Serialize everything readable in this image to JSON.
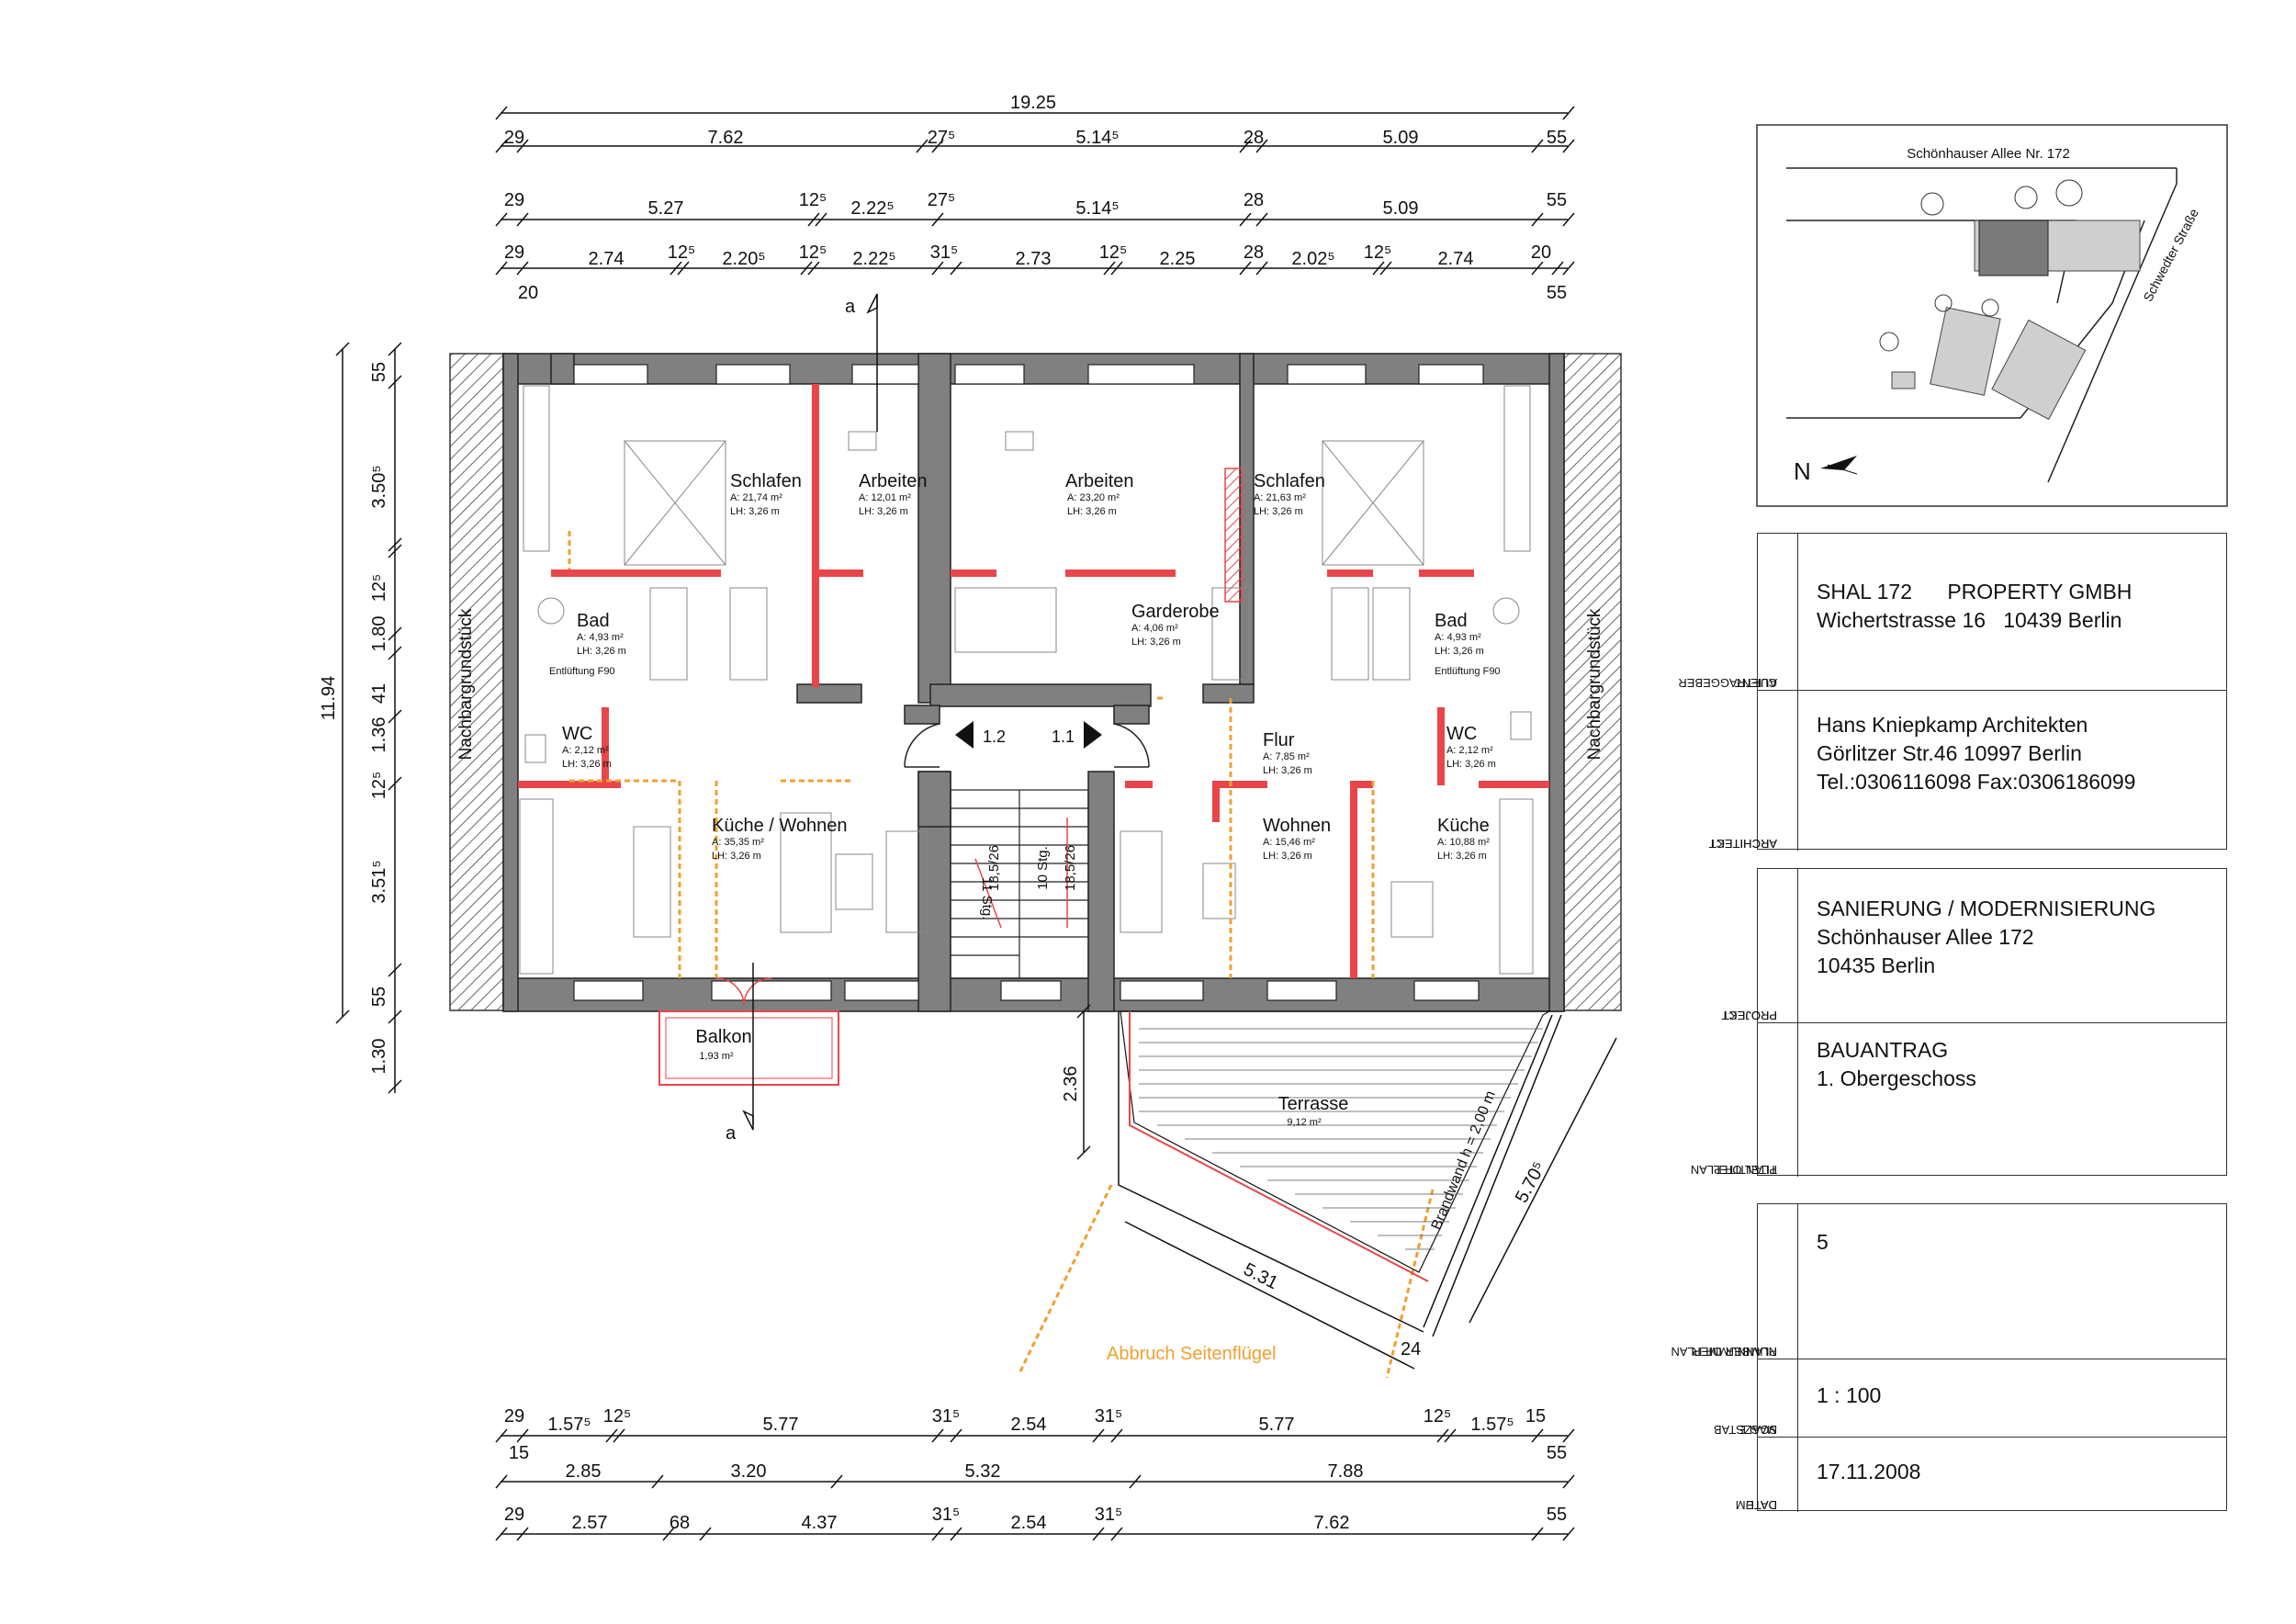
{
  "rooms": {
    "schlafen_l": {
      "name": "Schlafen",
      "area": "A: 21,74 m²",
      "height": "LH: 3,26 m"
    },
    "arbeiten_l": {
      "name": "Arbeiten",
      "area": "A: 12,01 m²",
      "height": "LH: 3,26 m"
    },
    "arbeiten_m": {
      "name": "Arbeiten",
      "area": "A: 23,20 m²",
      "height": "LH: 3,26 m"
    },
    "schlafen_r": {
      "name": "Schlafen",
      "area": "A: 21,63 m²",
      "height": "LH: 3,26 m"
    },
    "bad_l": {
      "name": "Bad",
      "area": "A: 4,93 m²",
      "height": "LH: 3,26 m"
    },
    "garderobe": {
      "name": "Garderobe",
      "area": "A: 4,06 m²",
      "height": "LH: 3,26 m"
    },
    "bad_r": {
      "name": "Bad",
      "area": "A: 4,93 m²",
      "height": "LH: 3,26 m"
    },
    "wc_l": {
      "name": "WC",
      "area": "A: 2,12 m²",
      "height": "LH: 3,26 m"
    },
    "flur": {
      "name": "Flur",
      "area": "A: 7,85 m²",
      "height": "LH: 3,26 m"
    },
    "wc_r": {
      "name": "WC",
      "area": "A: 2,12 m²",
      "height": "LH: 3,26 m"
    },
    "kueche_wohnen": {
      "name": "Küche / Wohnen",
      "area": "A: 35,35 m²",
      "height": "LH: 3,26 m"
    },
    "wohnen": {
      "name": "Wohnen",
      "area": "A: 15,46 m²",
      "height": "LH: 3,26 m"
    },
    "kueche": {
      "name": "Küche",
      "area": "A: 10,88 m²",
      "height": "LH: 3,26 m"
    },
    "balkon": {
      "name": "Balkon",
      "area": "1,93 m²"
    },
    "terrasse": {
      "name": "Terrasse",
      "area": "9,12 m²"
    }
  },
  "labels": {
    "entlueftung": "Entlüftung F90",
    "nachbar": "Nachbargrundstück",
    "unit_1_2": "1.2",
    "unit_1_1": "1.1",
    "stairs_left": "11 Stg.",
    "stairs_left_b": "18,5/26",
    "stairs_right": "10 Stg.",
    "stairs_right_b": "18,5/26",
    "section": "a",
    "brandwand": "Brandwand h = 2,00 m",
    "abbruch": "Abbruch Seitenflügel",
    "site_street": "Schönhauser Allee Nr. 172",
    "site_side_street": "Schwedter Straße",
    "north": "N"
  },
  "dims": {
    "total": "19.25",
    "r2": [
      "29",
      "7.62",
      "27⁵",
      "5.14⁵",
      "28",
      "5.09",
      "55"
    ],
    "r3": [
      "29",
      "5.27",
      "12⁵",
      "2.22⁵",
      "27⁵",
      "5.14⁵",
      "28",
      "5.09",
      "55"
    ],
    "r4": [
      "29",
      "2.74",
      "12⁵",
      "2.20⁵",
      "12⁵",
      "2.22⁵",
      "31⁵",
      "2.73",
      "12⁵",
      "2.25",
      "28",
      "2.02⁵",
      "12⁵",
      "2.74",
      "20"
    ],
    "r4_below": [
      "20",
      "55"
    ],
    "left_total": "11.94",
    "left": [
      "55",
      "3.50⁵",
      "12⁵",
      "1.80",
      "41",
      "1.36",
      "12⁵",
      "3.51⁵",
      "55",
      "1.30"
    ],
    "b1": [
      "29",
      "1.57⁵",
      "12⁵",
      "5.77",
      "31⁵",
      "2.54",
      "31⁵",
      "5.77",
      "12⁵",
      "1.57⁵",
      "15"
    ],
    "b1_below": [
      "15",
      "55"
    ],
    "b2": [
      "2.85",
      "3.20",
      "5.32",
      "7.88"
    ],
    "b3": [
      "29",
      "2.57",
      "68",
      "4.37",
      "31⁵",
      "2.54",
      "31⁵",
      "7.62",
      "55"
    ],
    "terr": [
      "2.36",
      "5.31",
      "5.70⁵",
      "24"
    ]
  },
  "titleblock": {
    "client": {
      "label1": "AUFTRAGGEBER",
      "label2": "CLIENT",
      "text": "SHAL 172      PROPERTY GMBH\nWichertstrasse 16   10439 Berlin"
    },
    "architect": {
      "label1": "ARCHITEKT",
      "label2": "ARCHITECT",
      "text": "Hans Kniepkamp Architekten\nGörlitzer Str.46 10997 Berlin\nTel.:0306116098 Fax:0306186099"
    },
    "project": {
      "label1": "PROJEKT",
      "label2": "PROJECT",
      "text": "SANIERUNG / MODERNISIERUNG\nSchönhauser Allee 172\n10435 Berlin"
    },
    "plantitle": {
      "label1": "PLANTITEL",
      "label2": "TITEL OF PLAN",
      "text": "BAUANTRAG\n1. Obergeschoss"
    },
    "plannumber": {
      "label1": "PLANNUMMER",
      "label2": "NUMBER OF PLAN",
      "text": "5"
    },
    "scale": {
      "label1": "MASZSTAB",
      "label2": "SCALE",
      "text": "1 : 100"
    },
    "date": {
      "label1": "DATUM",
      "label2": "DATE",
      "text": "17.11.2008"
    }
  },
  "colors": {
    "wall": "#808080",
    "new_wall": "#e8464a",
    "installation": "#f0a030",
    "hatch": "#333333"
  }
}
